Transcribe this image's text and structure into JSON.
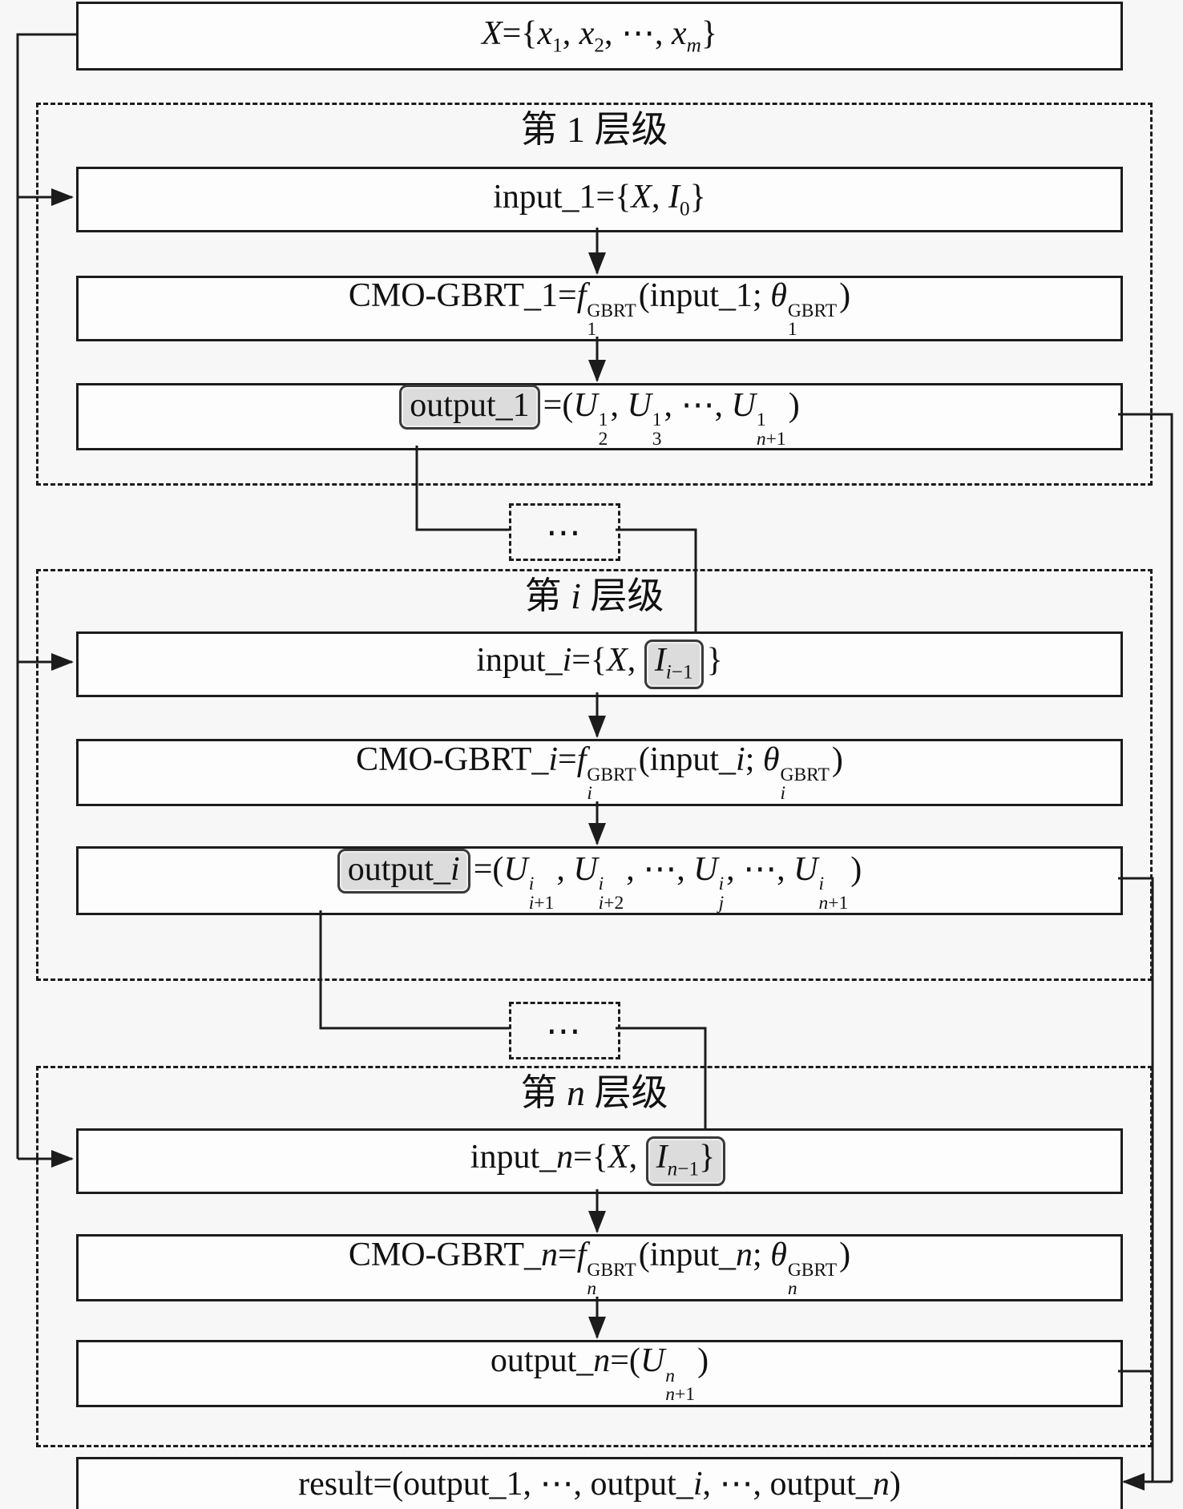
{
  "diagram": {
    "dots": "⋯",
    "top_html": "<i>X</i>={<i>x</i><sub>1</sub>, <i>x</i><sub>2</sub>, ⋯, <i>x</i><sub><i>m</i></sub>}",
    "levels": [
      {
        "title_html": "第 1 层级",
        "input_html": "input_1={<i>X</i>, <i>I</i><sub>0</sub>}",
        "model_html": "CMO-GBRT_1=<i>f</i><span class='ss'><span>GBRT</span><span>1</span></span>(input_1; <i>θ</i><span class='ss'><span>GBRT</span><span>1</span></span>)",
        "output_html": "<span class='chip'>output_1</span>=(<i>U</i><span class='ss'><span>1</span><span>2</span></span>, <i>U</i><span class='ss'><span>1</span><span>3</span></span>, ⋯, <i>U</i><span class='ss'><span>1</span><span><i>n</i>+1</span></span>)"
      },
      {
        "title_html": "第 <i>i</i> 层级",
        "input_html": "input_<i>i</i>={<i>X</i>, <span class='chip'><i>I</i><sub><i>i</i>−1</sub></span>}",
        "model_html": "CMO-GBRT_<i>i</i>=<i>f</i><span class='ss'><span>GBRT</span><span><i>i</i></span></span>(input_<i>i</i>; <i>θ</i><span class='ss'><span>GBRT</span><span><i>i</i></span></span>)",
        "output_html": "<span class='chip'>output_<i>i</i></span>=(<i>U</i><span class='ss'><span><i>i</i></span><span><i>i</i>+1</span></span>, <i>U</i><span class='ss'><span><i>i</i></span><span><i>i</i>+2</span></span>, ⋯, <i>U</i><span class='ss'><span><i>i</i></span><span><i>j</i></span></span>, ⋯, <i>U</i><span class='ss'><span><i>i</i></span><span><i>n</i>+1</span></span>)"
      },
      {
        "title_html": "第 <i>n</i> 层级",
        "input_html": "input_<i>n</i>={<i>X</i>, <span class='chip'><i>I</i><sub><i>n</i>−1</sub>}</span>",
        "model_html": "CMO-GBRT_<i>n</i>=<i>f</i><span class='ss'><span>GBRT</span><span><i>n</i></span></span>(input_<i>n</i>; <i>θ</i><span class='ss'><span>GBRT</span><span><i>n</i></span></span>)",
        "output_html": "output_<i>n</i>=(<i>U</i><span class='ss'><span><i>n</i></span><span><i>n</i>+1</span></span>)"
      }
    ],
    "result_html": "result=(output_1, ⋯, output_<i>i</i>, ⋯, output_<i>n</i>)"
  }
}
